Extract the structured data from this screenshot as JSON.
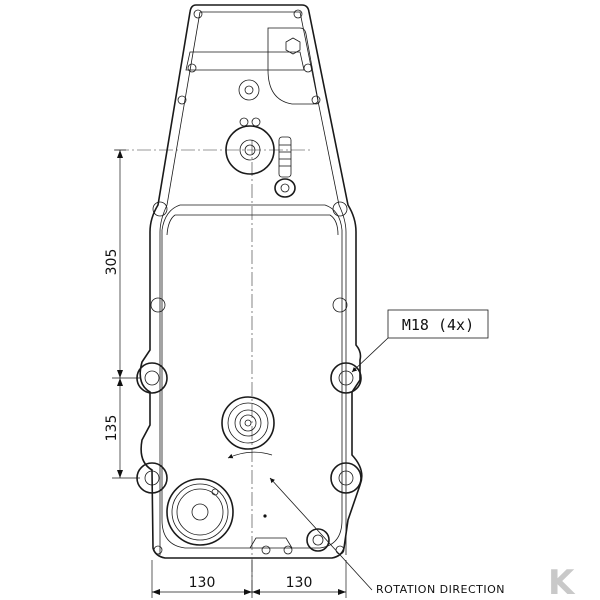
{
  "dimensions": {
    "vertical_upper": "305",
    "vertical_lower": "135",
    "horizontal_left": "130",
    "horizontal_right": "130"
  },
  "callouts": {
    "bolt_spec": "M18 (4x)",
    "rotation": "ROTATION DIRECTION"
  },
  "logo": {
    "letter": "K",
    "color": "#c9c9c9"
  }
}
